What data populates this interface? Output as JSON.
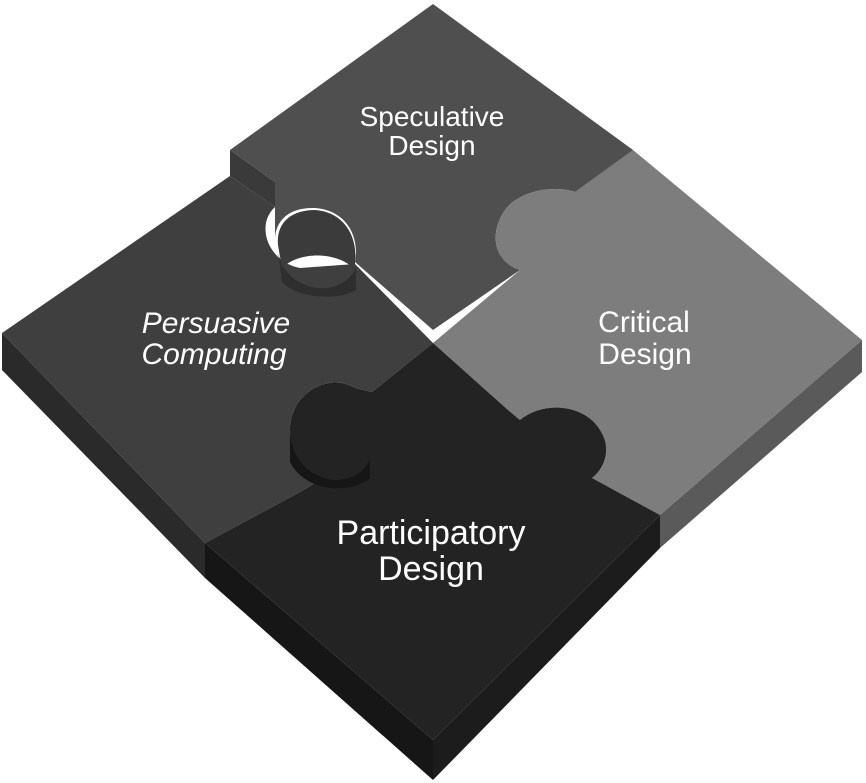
{
  "pieces": {
    "speculative": {
      "line1": "Speculative",
      "line2": "Design",
      "color": "#4f4f4f"
    },
    "persuasive": {
      "line1": "Persuasive",
      "line2": "Computing",
      "color": "#3f3f3f"
    },
    "critical": {
      "line1": "Critical",
      "line2": "Design",
      "color": "#7d7d7d"
    },
    "participatory": {
      "line1": "Participatory",
      "line2": "Design",
      "color": "#232323"
    }
  }
}
